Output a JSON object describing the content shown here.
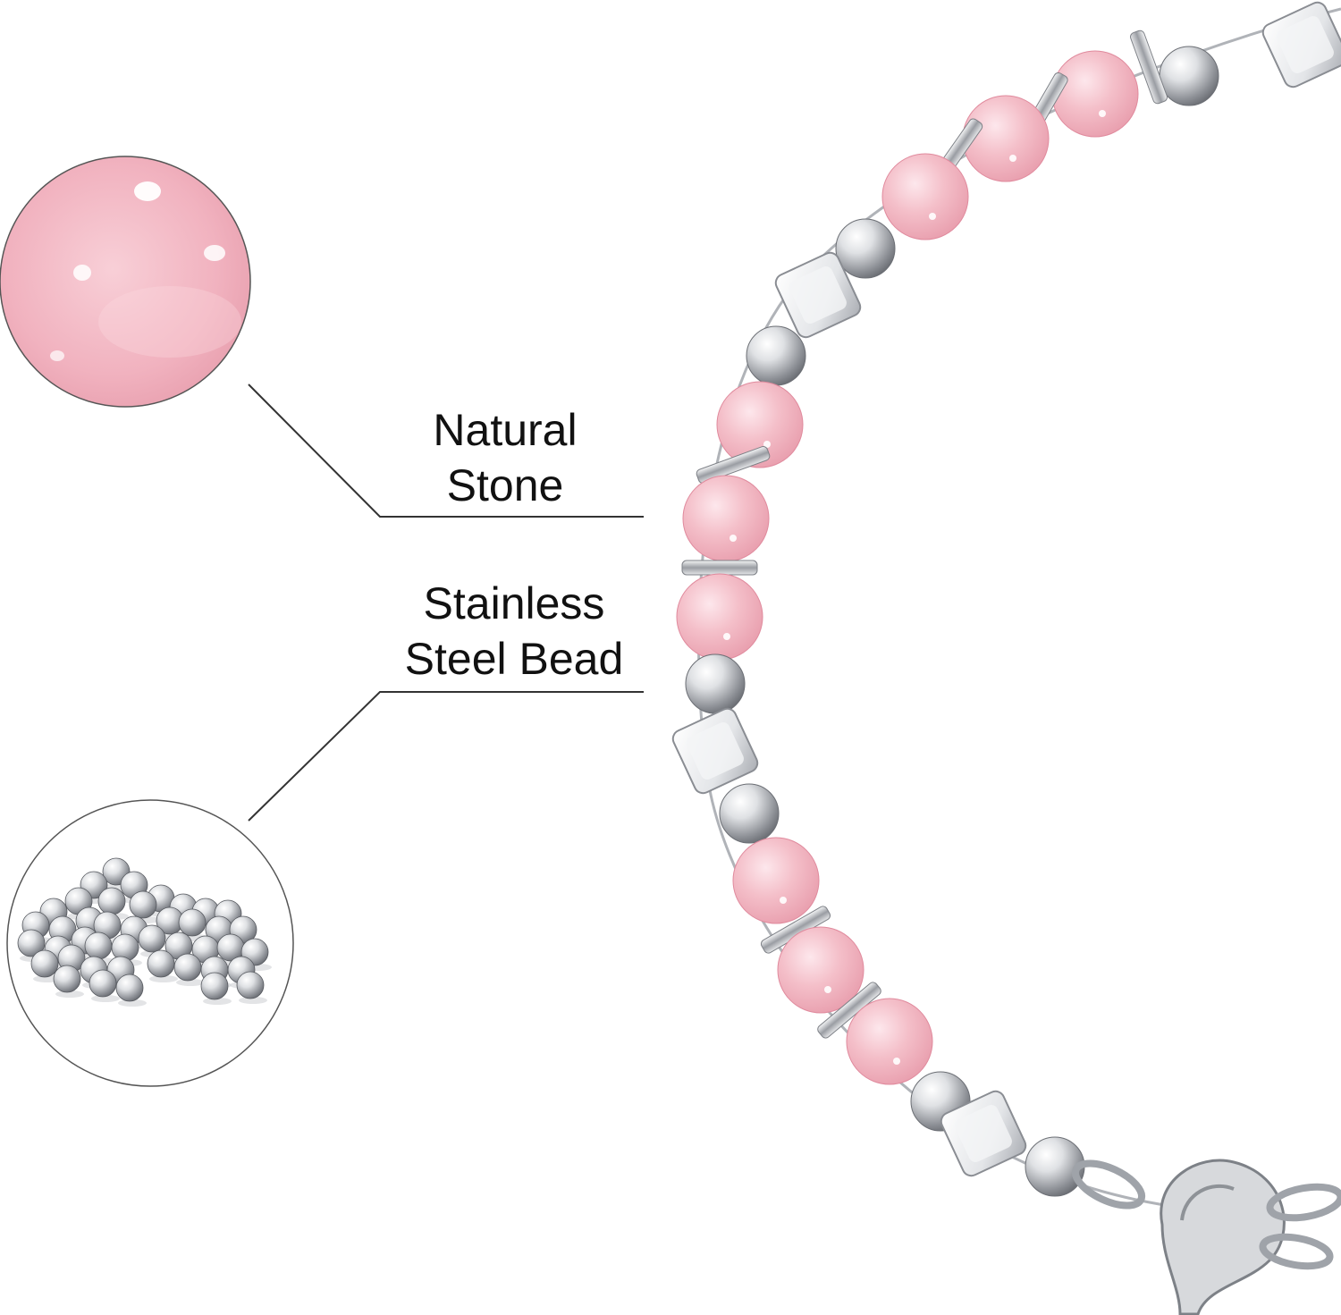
{
  "callouts": {
    "natural_stone": {
      "line1": "Natural",
      "line2": "Stone"
    },
    "steel_bead": {
      "line1": "Stainless",
      "line2": "Steel Bead"
    }
  },
  "colors": {
    "background": "#ffffff",
    "stone_pink": "#f2b8c2",
    "steel_silver": "#c9ccd1",
    "leader_line": "#333333"
  },
  "icons": {
    "stone_detail": "pink-stone-closeup-icon",
    "steel_detail": "steel-beads-pile-icon",
    "clasp": "lobster-clasp-icon"
  }
}
